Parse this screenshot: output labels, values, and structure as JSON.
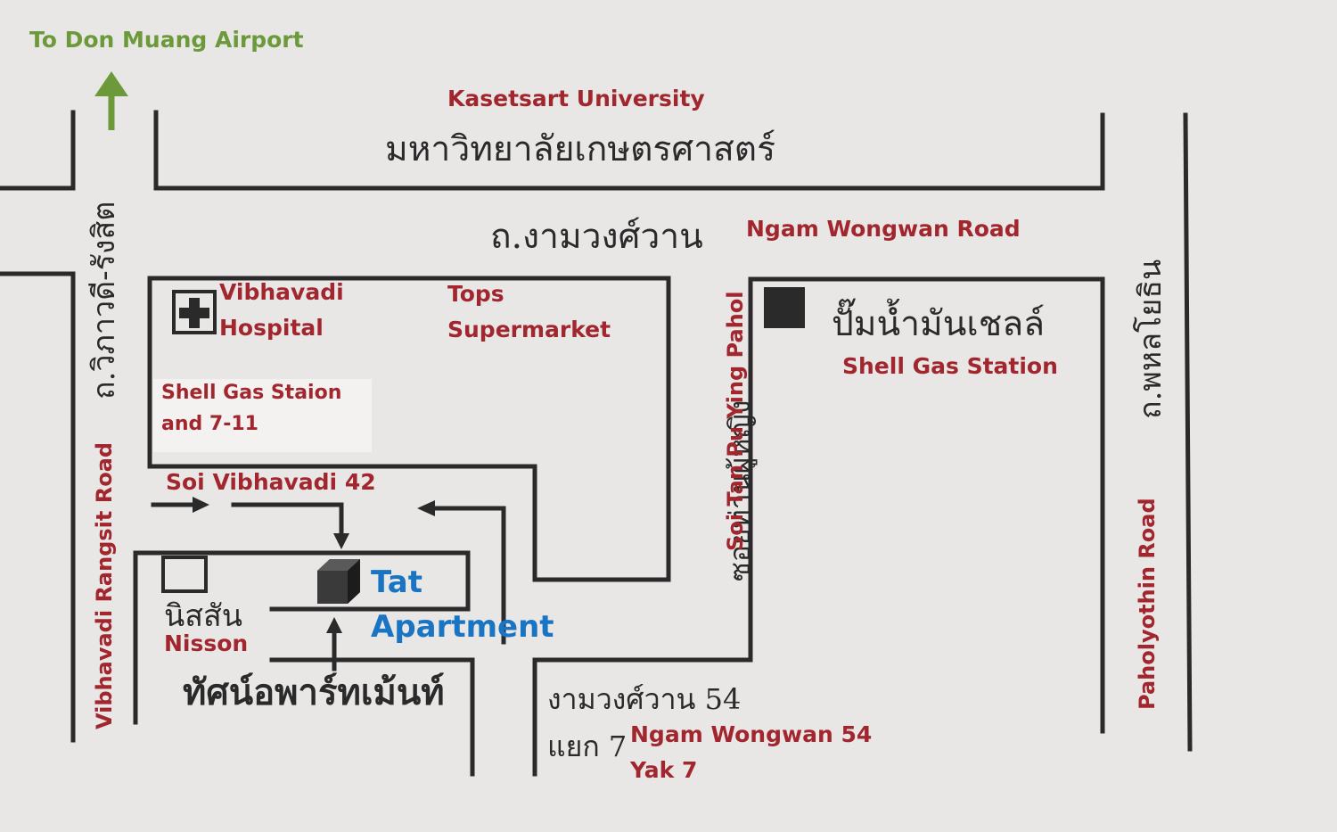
{
  "labels": {
    "airport": "To Don Muang Airport",
    "kasetsart_en": "Kasetsart University",
    "kasetsart_th": "มหาวิทยาลัยเกษตรศาสตร์",
    "ngam_wongwan_th": "ถ.งามวงศ์วาน",
    "ngam_wongwan_en": "Ngam Wongwan Road",
    "vibhavadi_th": "ถ.วิภาวดี-รังสิต",
    "vibhavadi_en": "Vibhavadi Rangsit Road",
    "paholyothin_th": "ถ.พหลโยธิน",
    "paholyothin_en": "Paholyothin  Road",
    "hospital_line1": "Vibhavadi",
    "hospital_line2": "Hospital",
    "tops_line1": "Tops",
    "tops_line2": "Supermarket",
    "shell_711_line1": "Shell Gas Staion",
    "shell_711_line2": "and 7-11",
    "soi_vibhavadi": "Soi Vibhavadi 42",
    "soi_tan_th": "ซอยท่านผู้หญิง",
    "soi_tan_en": "Soi Tan Pu Ying Pahol",
    "shell_th": "ปั๊มน้ำมันเชลล์",
    "shell_en": "Shell Gas Station",
    "tat_line1": "Tat",
    "tat_line2": "Apartment",
    "nisson_th": "นิสสัน",
    "nisson_en": "Nisson",
    "tat_th": "ทัศน์อพาร์ทเม้นท์",
    "ngam54_th_line1": "งามวงศ์วาน 54",
    "ngam54_th_line2": "แยก 7",
    "ngam54_en_line1": "Ngam Wongwan 54",
    "ngam54_en_line2": "Yak 7"
  },
  "colors": {
    "paper": "#e9e7e6",
    "ink": "#2a2a2a",
    "english_label": "#a2262e",
    "airport_green": "#6c9a3a",
    "apartment_blue": "#1a74c4"
  },
  "icons": {
    "hospital": "hospital-cross-icon",
    "shell_station": "gas-station-square-icon",
    "apartment": "building-cube-icon",
    "nisson": "nisson-square-icon",
    "airport_arrow": "arrow-up-icon"
  }
}
